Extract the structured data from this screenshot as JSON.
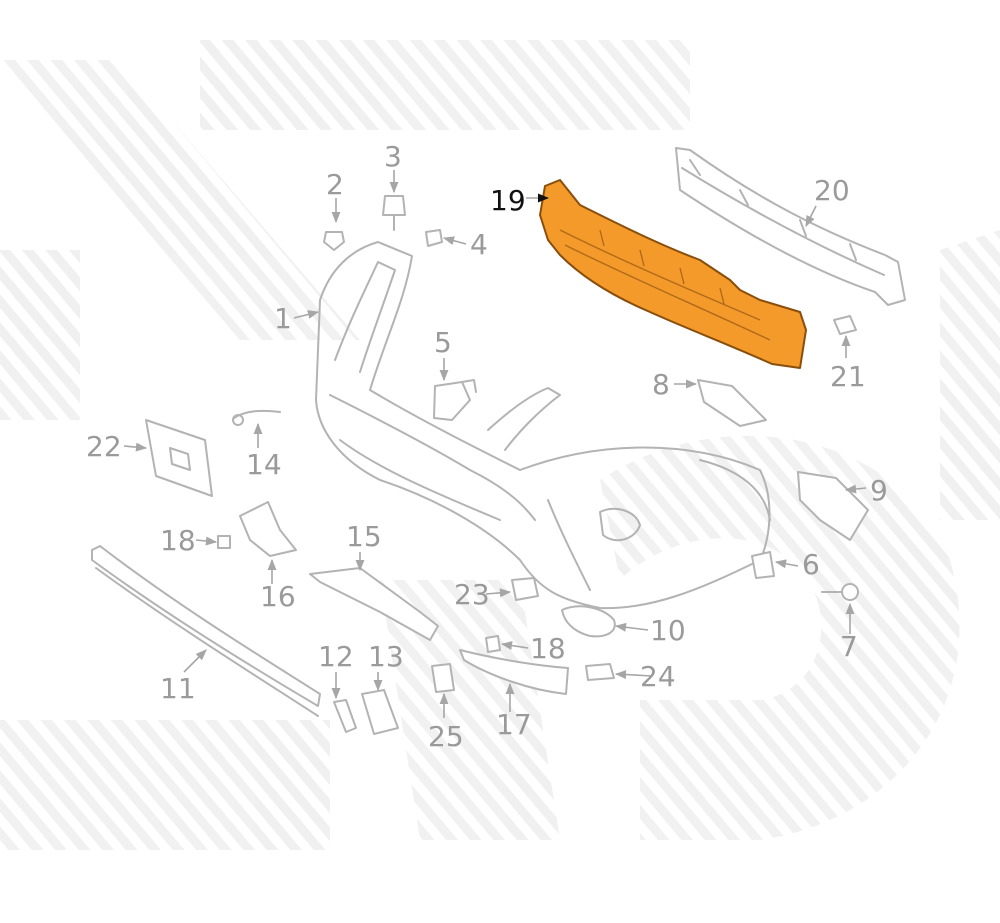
{
  "diagram": {
    "highlight_color": "#f39a2a",
    "callouts": [
      "1",
      "2",
      "3",
      "4",
      "5",
      "6",
      "7",
      "8",
      "9",
      "10",
      "11",
      "12",
      "13",
      "14",
      "15",
      "16",
      "17",
      "18",
      "18",
      "19",
      "20",
      "21",
      "22",
      "23",
      "24",
      "25"
    ],
    "highlighted": "19"
  }
}
